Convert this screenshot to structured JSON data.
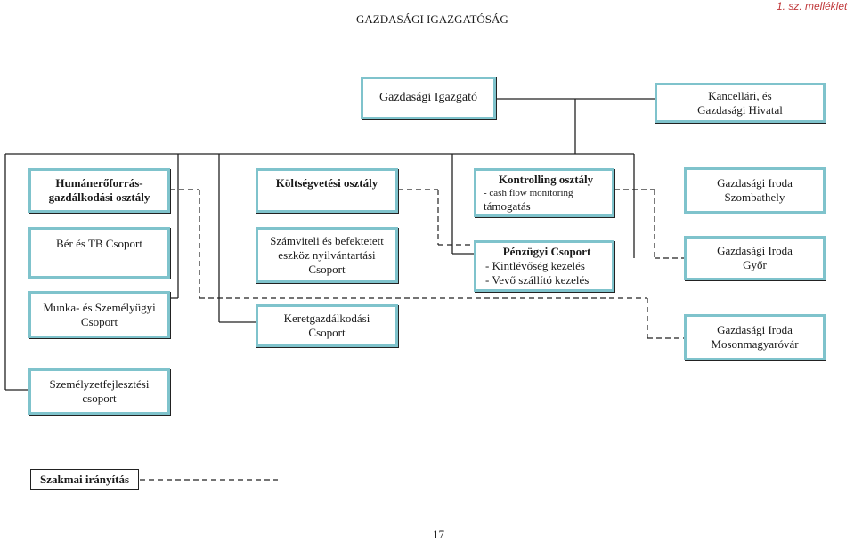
{
  "header": {
    "title": "GAZDASÁGI IGAZGATÓSÁG",
    "annex": "1. sz. melléklet"
  },
  "boxes": {
    "director": "Gazdasági Igazgató",
    "chancellor": [
      "Kancellári, és",
      "Gazdasági Hivatal"
    ],
    "hr": [
      "Humánerőforrás-",
      "gazdálkodási osztály"
    ],
    "budget": "Költségvetési osztály",
    "controlling": {
      "title": "Kontrolling osztály",
      "lines": [
        "- cash flow monitoring",
        "támogatás"
      ]
    },
    "office_szombathely": [
      "Gazdasági Iroda",
      "Szombathely"
    ],
    "payroll": "Bér és TB Csoport",
    "accounting": [
      "Számviteli és befektetett",
      "eszköz nyilvántartási",
      "Csoport"
    ],
    "finance": {
      "title": "Pénzügyi Csoport",
      "lines": [
        "- Kintlévőség kezelés",
        "- Vevő szállító kezelés"
      ]
    },
    "office_gyor": [
      "Gazdasági Iroda",
      "Győr"
    ],
    "personnel": [
      "Munka- és Személyügyi",
      "Csoport"
    ],
    "frame_budget": [
      "Keretgazdálkodási",
      "Csoport"
    ],
    "office_mosonmagyarovar": [
      "Gazdasági Iroda",
      "Mosonmagyaróvár"
    ],
    "staff_development": [
      "Személyzetfejlesztési",
      "csoport"
    ]
  },
  "legend": {
    "label": "Szakmai irányítás"
  },
  "page_number": "17",
  "colors": {
    "box_border": "#7fc3cc",
    "annex_text": "#c0393b",
    "line": "#222222"
  }
}
